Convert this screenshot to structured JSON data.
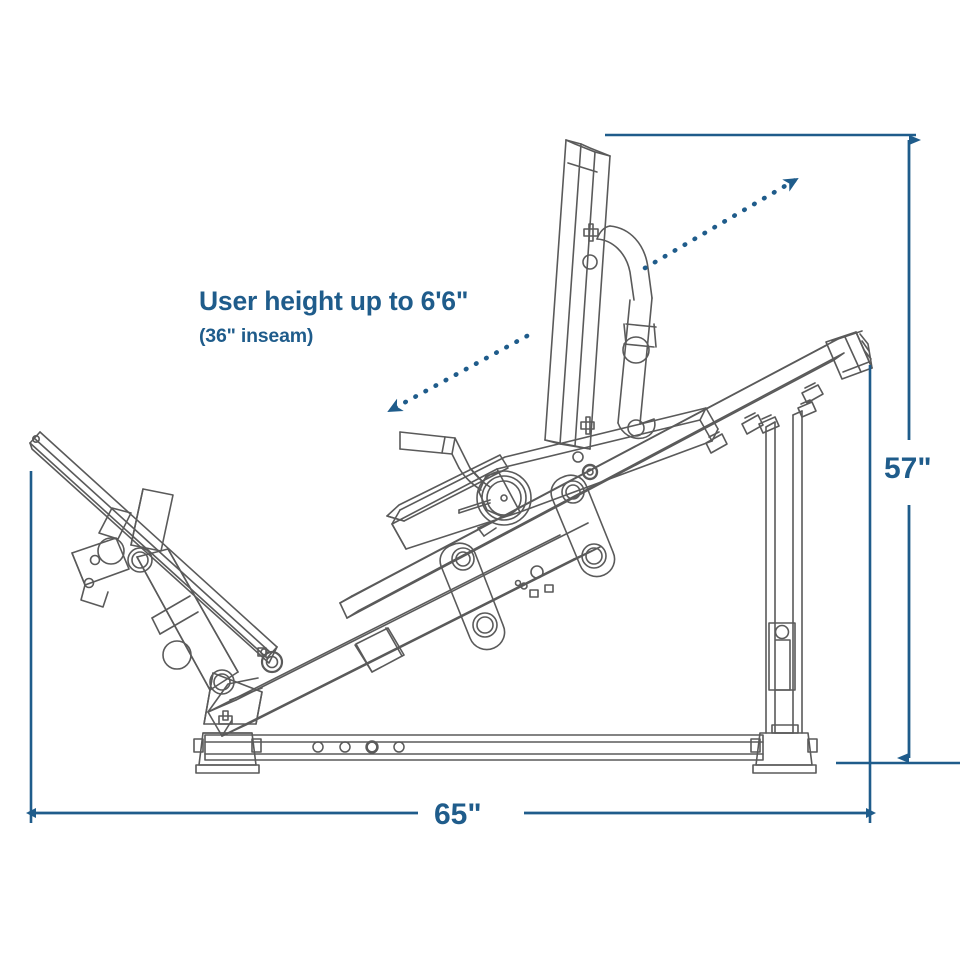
{
  "illustration": {
    "title": "Leg press machine side-view dimension drawing",
    "line_color": "#5a5a5a",
    "accent_color": "#1f5c8b",
    "background": "#ffffff"
  },
  "callout": {
    "main_text": "User height up to 6'6\"",
    "sub_text": "(36\" inseam)",
    "color": "#1f5c8b"
  },
  "dimensions": {
    "height": {
      "label": "57\"",
      "orientation": "vertical",
      "color": "#1f5c8b"
    },
    "width": {
      "label": "65\"",
      "orientation": "horizontal",
      "color": "#1f5c8b"
    }
  },
  "arrows": {
    "up_right": {
      "name": "range-of-motion-arrow-up",
      "style": "dotted",
      "direction": "up-right"
    },
    "down_left": {
      "name": "range-of-motion-arrow-down",
      "style": "dotted",
      "direction": "down-left"
    }
  }
}
